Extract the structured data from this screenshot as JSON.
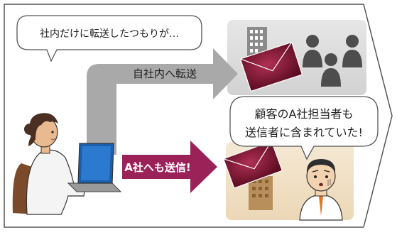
{
  "bubble_top": "社内だけに転送したつもりが…",
  "arrow_internal": "自社内へ転送",
  "arrow_external": "A社へも送信!",
  "bubble_right_line1": "顧客のA社担当者も",
  "bubble_right_line2": "送信者に含まれていた!",
  "colors": {
    "gray_arrow": "#a9a9a9",
    "magenta_arrow": "#9b2259",
    "envelope": "#7a1331",
    "panel_gray": "#dcdcdc",
    "panel_beige": "#f1e2c8",
    "person_dark": "#4d4d4d",
    "border": "#555555"
  },
  "icons": [
    "envelope-icon",
    "office-building-icon",
    "people-icon",
    "woman-at-laptop",
    "surprised-man"
  ]
}
